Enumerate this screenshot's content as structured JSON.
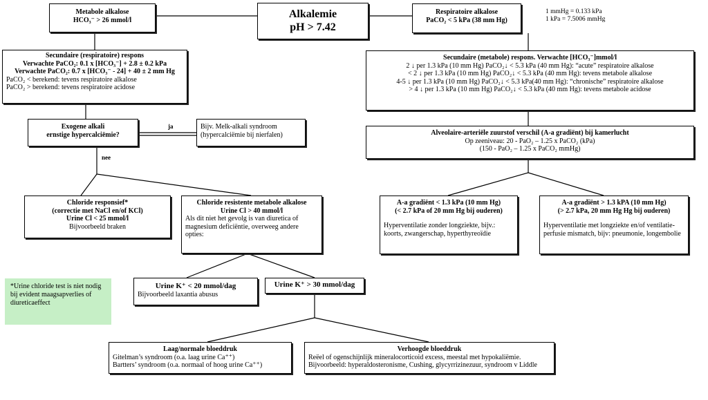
{
  "units_note": [
    "1 mmHg = 0.133 kPa",
    "1 kPa = 7.5006 mmHg"
  ],
  "alkalemie": {
    "title": "Alkalemie",
    "ph": "pH > 7.42"
  },
  "metabole_alkalose": {
    "title": "Metabole alkalose",
    "line2": "HCO₃⁻ > 26 mmol/l"
  },
  "respiratoire_alkalose": {
    "title": "Respiratoire alkalose",
    "line2": "PaCO₂ < 5 kPa (38 mm Hg)"
  },
  "secundaire_resp": {
    "title": "Secundaire (respiratoire) respons",
    "line1": "Verwachte PaCO₂: 0.1 x [HCO₃⁻] + 2.8 ± 0.2 kPa",
    "line2": "Verwachte PaCO₂: 0.7 x [HCO₃⁻ - 24] + 40 ± 2 mm Hg",
    "line3": "PaCO₂ < berekend: tevens respiratoire alkalose",
    "line4": "PaCO₂ > berekend: tevens respiratoire acidose"
  },
  "secundaire_met": {
    "title": "Secundaire (metabole) respons. Verwachte [HCO₃⁻]mmol/l",
    "rows": [
      "2 ↓ per 1.3 kPa (10 mm Hg) PaCO₂↓ < 5.3 kPa (40 mm Hg): “acute” respiratoire alkalose",
      "< 2 ↓ per 1.3 kPa (10 mm Hg) PaCO₂↓ < 5.3 kPa (40 mm Hg): tevens metabole alkalose",
      "4-5 ↓ per 1.3 kPa (10 mm Hg) PaCO₂↓ < 5.3 kPa(40 mm Hg): “chronische” respiratoire alkalose",
      "> 4 ↓ per 1.3 kPa (10 mm Hg) PaCO₂↓ < 5.3 kPa (40 mm Hg): tevens metabole acidose"
    ]
  },
  "exogene": {
    "line1": "Exogene alkali",
    "line2": "ernstige hypercalciëmie?"
  },
  "ja_label": "ja",
  "nee_label": "nee",
  "melk": {
    "line1": "Bijv. Melk-alkali syndroom",
    "line2": "(hypercalciëmie bij nierfalen)"
  },
  "aa_gradient": {
    "title": "Alveolaire-arteriële zuurstof verschil (A-a gradiënt) bij kamerlucht",
    "line1": "Op zeeniveau: 20 - PaO₂ – 1.25 x PaCO₂ (kPa)",
    "line2": "(150 - PaO₂ – 1.25 x PaCO₂ mmHg)"
  },
  "chloride_resp": {
    "title": "Chloride responsief*",
    "line1": "(correctie met NaCl en/of KCl)",
    "line2": "Urine Cl < 25 mmol/l",
    "line3": "Bijvoorbeeld braken"
  },
  "chloride_res": {
    "title": "Chloride resistente metabole alkalose",
    "line1": "Urine Cl > 40 mmol/l",
    "text": "Als dit niet het gevolg is van diuretica of magnesium deficiëntie, overweeg andere opties:"
  },
  "aa_low": {
    "title": "A-a gradiënt < 1.3 kPa (10 mm Hg)",
    "line1": "(< 2.7 kPa of 20 mm Hg bij ouderen)",
    "text": "Hyperventilatie zonder longziekte, bijv.: koorts, zwangerschap, hyperthyreoïdie"
  },
  "aa_high": {
    "title": "A-a gradiënt > 1.3 kPA (10 mm Hg)",
    "line1": "(> 2.7 kPa, 20 mm Hg Hg bij ouderen)",
    "text": "Hyperventilatie met longziekte en/of ventilatie-perfusie mismatch, bijv: pneumonie, longembolie"
  },
  "green_note": "*Urine chloride test is niet nodig bij evident maagsapverlies of diureticaeffect",
  "urine_k_low": {
    "title": "Urine K⁺ < 20 mmol/dag",
    "line1": "Bijvoorbeeld laxantia abusus"
  },
  "urine_k_high": {
    "title": "Urine K⁺ > 30 mmol/dag"
  },
  "laag_bp": {
    "title": "Laag/normale bloeddruk",
    "line1": "Gitelman’s syndroom (o.a. laag urine Ca⁺⁺)",
    "line2": "Bartters’ syndroom (o.a. normaal of hoog urine Ca⁺⁺)"
  },
  "hoog_bp": {
    "title": "Verhoogde bloeddruk",
    "line1": "Reëel of ogenschijnlijk mineralocorticoid excess, meestal met hypokaliëmie.",
    "line2": "Bijvoorbeeld: hyperaldosteronisme, Cushing, glycyrrizinezuur, syndroom v Liddle"
  }
}
